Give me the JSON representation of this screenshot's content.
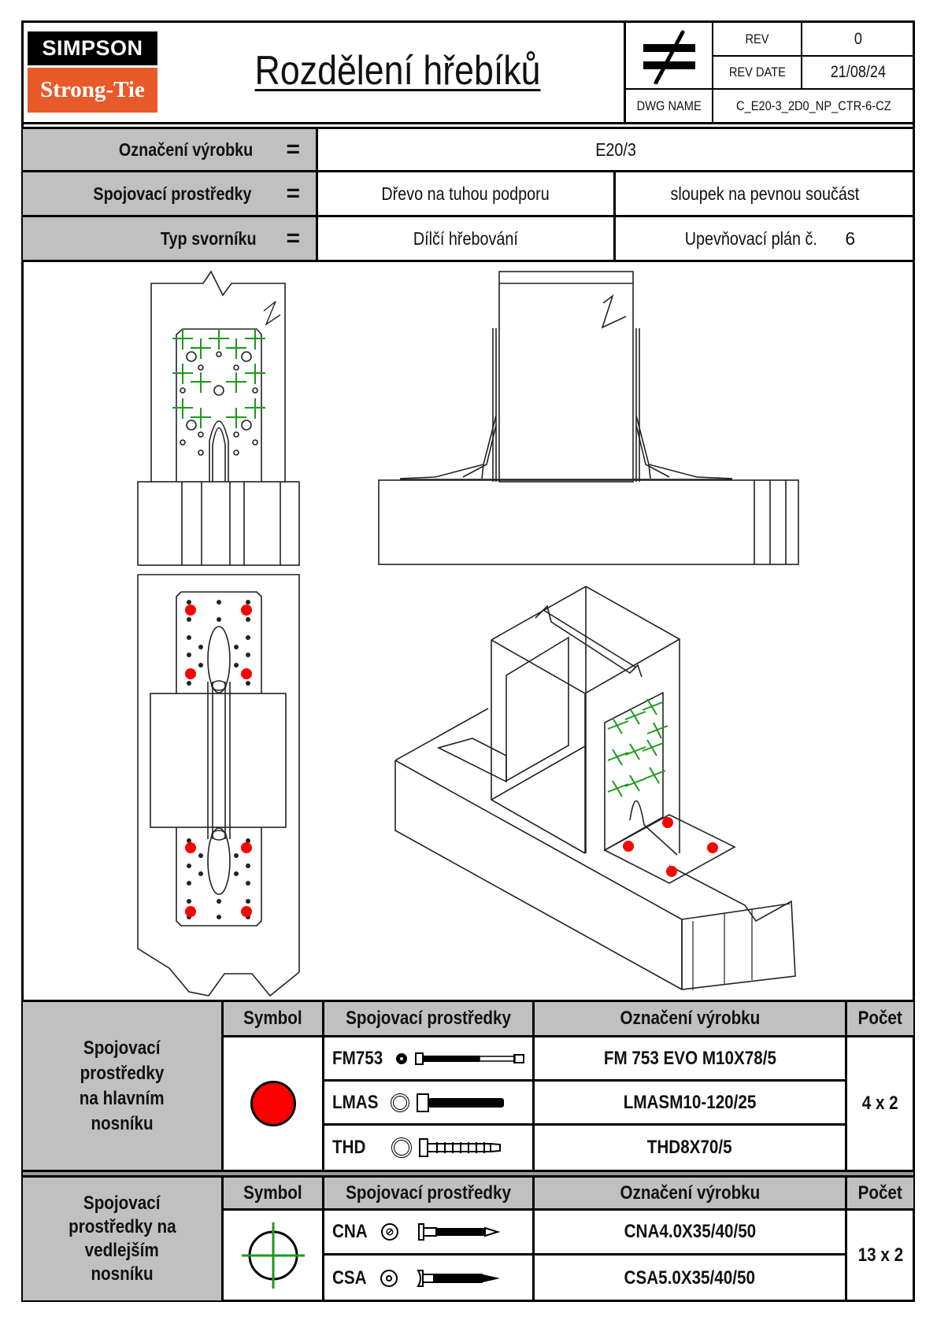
{
  "header": {
    "logo_top": "SIMPSON",
    "logo_bottom": "Strong-Tie",
    "title": "Rozdělení hřebíků",
    "symbol_icon": "not-equal-icon",
    "rev_label": "REV",
    "rev_value": "0",
    "rev_date_label": "REV DATE",
    "rev_date_value": "21/08/24",
    "dwg_name_label": "DWG NAME",
    "dwg_name_value": "C_E20-3_2D0_NP_CTR-6-CZ"
  },
  "info": {
    "rows": [
      {
        "label": "Označení výrobku",
        "eq": "=",
        "value": "E20/3"
      },
      {
        "label": "Spojovací prostředky",
        "eq": "=",
        "value_left": "Dřevo na tuhou podporu",
        "value_right": "sloupek na pevnou součást"
      },
      {
        "label": "Typ svorníku",
        "eq": "=",
        "value_left": "Dílčí hřebování",
        "value_right": "Upevňovací plán č.",
        "plan_number": "6"
      }
    ]
  },
  "colors": {
    "accent_red": "#ff0000",
    "accent_green": "#1a9a1a",
    "brand_orange": "#e85a2a",
    "header_gray": "#c0c0c0"
  },
  "drawings": {
    "views": [
      "side-view-top",
      "front-view",
      "plan-view",
      "isometric-view"
    ]
  },
  "table_main": {
    "group_label": "Spojovací prostředky na hlavním nosníku",
    "group_lines": [
      "Spojovací",
      "prostředky",
      "na hlavním",
      "nosníku"
    ],
    "headers": {
      "symbol": "Symbol",
      "fasteners": "Spojovací prostředky",
      "product": "Označení výrobku",
      "count": "Počet"
    },
    "symbol_icon": "red-dot-icon",
    "rows": [
      {
        "name": "FM753",
        "product": "FM 753 EVO M10X78/5"
      },
      {
        "name": "LMAS",
        "product": "LMASM10-120/25"
      },
      {
        "name": "THD",
        "product": "THD8X70/5"
      }
    ],
    "count": "4 x 2"
  },
  "table_secondary": {
    "group_label": "Spojovací prostředky na vedlejším nosníku",
    "group_lines": [
      "Spojovací",
      "prostředky na",
      "vedlejším",
      "nosníku"
    ],
    "headers": {
      "symbol": "Symbol",
      "fasteners": "Spojovací prostředky",
      "product": "Označení výrobku",
      "count": "Počet"
    },
    "symbol_icon": "green-crosshair-icon",
    "rows": [
      {
        "name": "CNA",
        "product": "CNA4.0X35/40/50"
      },
      {
        "name": "CSA",
        "product": "CSA5.0X35/40/50"
      }
    ],
    "count": "13 x 2"
  }
}
